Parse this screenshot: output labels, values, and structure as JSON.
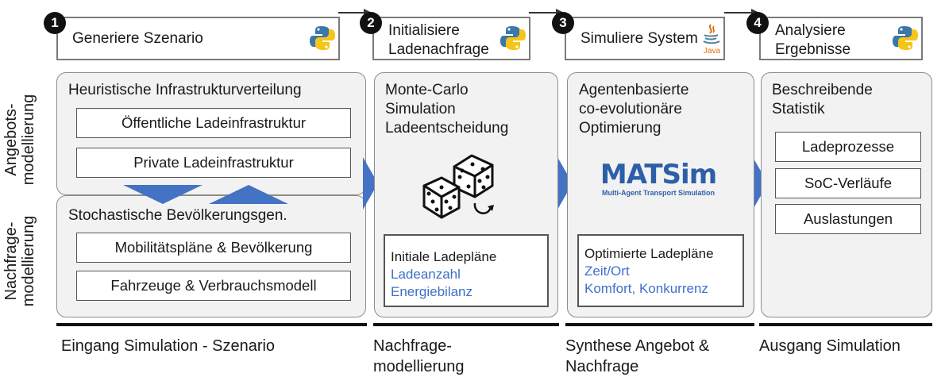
{
  "steps": [
    {
      "number": "1",
      "label": "Generiere Szenario",
      "tool": "python-icon"
    },
    {
      "number": "2",
      "label_line1": "Initialisiere",
      "label_line2": "Ladenachfrage",
      "tool": "python-icon"
    },
    {
      "number": "3",
      "label": "Simuliere System",
      "tool": "java-icon",
      "tool_text": "Java"
    },
    {
      "number": "4",
      "label_line1": "Analysiere",
      "label_line2": "Ergebnisse",
      "tool": "python-icon"
    }
  ],
  "side_labels": {
    "supply": {
      "line1": "Angebots-",
      "line2": "modellierung"
    },
    "demand": {
      "line1": "Nachfrage-",
      "line2": "modellierung"
    }
  },
  "panel1": {
    "supply_title": "Heuristische Infrastrukturverteilung",
    "supply_items": [
      "Öffentliche Ladeinfrastruktur",
      "Private Ladeinfrastruktur"
    ],
    "demand_title": "Stochastische Bevölkerungsgen.",
    "demand_items": [
      "Mobilitätspläne & Bevölkerung",
      "Fahrzeuge & Verbrauchsmodell"
    ]
  },
  "panel2": {
    "title_lines": [
      "Monte-Carlo",
      "Simulation",
      "Ladeentscheidung"
    ],
    "result_title": "Initiale Ladepläne",
    "result_items": [
      "Ladeanzahl",
      "Energiebilanz"
    ]
  },
  "panel3": {
    "title_lines": [
      "Agentenbasierte",
      "co-evolutionäre",
      "Optimierung"
    ],
    "logo_text": "MATSim",
    "logo_subtitle": "Multi-Agent Transport Simulation",
    "result_title": "Optimierte Ladepläne",
    "result_items": [
      "Zeit/Ort",
      "Komfort, Konkurrenz"
    ]
  },
  "panel4": {
    "title_lines": [
      "Beschreibende",
      "Statistik"
    ],
    "items": [
      "Ladeprozesse",
      "SoC-Verläufe",
      "Auslastungen"
    ]
  },
  "bottom_labels": [
    {
      "line1": "Eingang Simulation - Szenario",
      "line2": ""
    },
    {
      "line1": "Nachfrage-",
      "line2": "modellierung"
    },
    {
      "line1": "Synthese Angebot &",
      "line2": "Nachfrage"
    },
    {
      "line1": "Ausgang Simulation",
      "line2": ""
    }
  ],
  "colors": {
    "arrow_blue": "#4472c4",
    "text_blue": "#3f70c8",
    "panel_bg": "#f2f2f2",
    "python_blue": "#3b77a8",
    "python_yellow": "#f5c518",
    "matsim_blue": "#2d5fa8"
  }
}
